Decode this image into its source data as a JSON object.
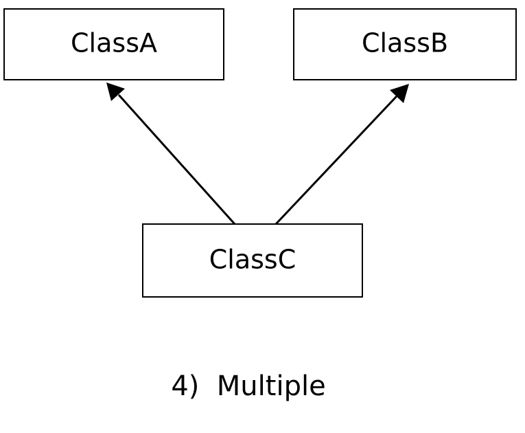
{
  "classes": {
    "a": "ClassA",
    "b": "ClassB",
    "c": "ClassC"
  },
  "relations": [
    {
      "from": "ClassC",
      "to": "ClassA"
    },
    {
      "from": "ClassC",
      "to": "ClassB"
    }
  ],
  "caption": "4)  Multiple"
}
